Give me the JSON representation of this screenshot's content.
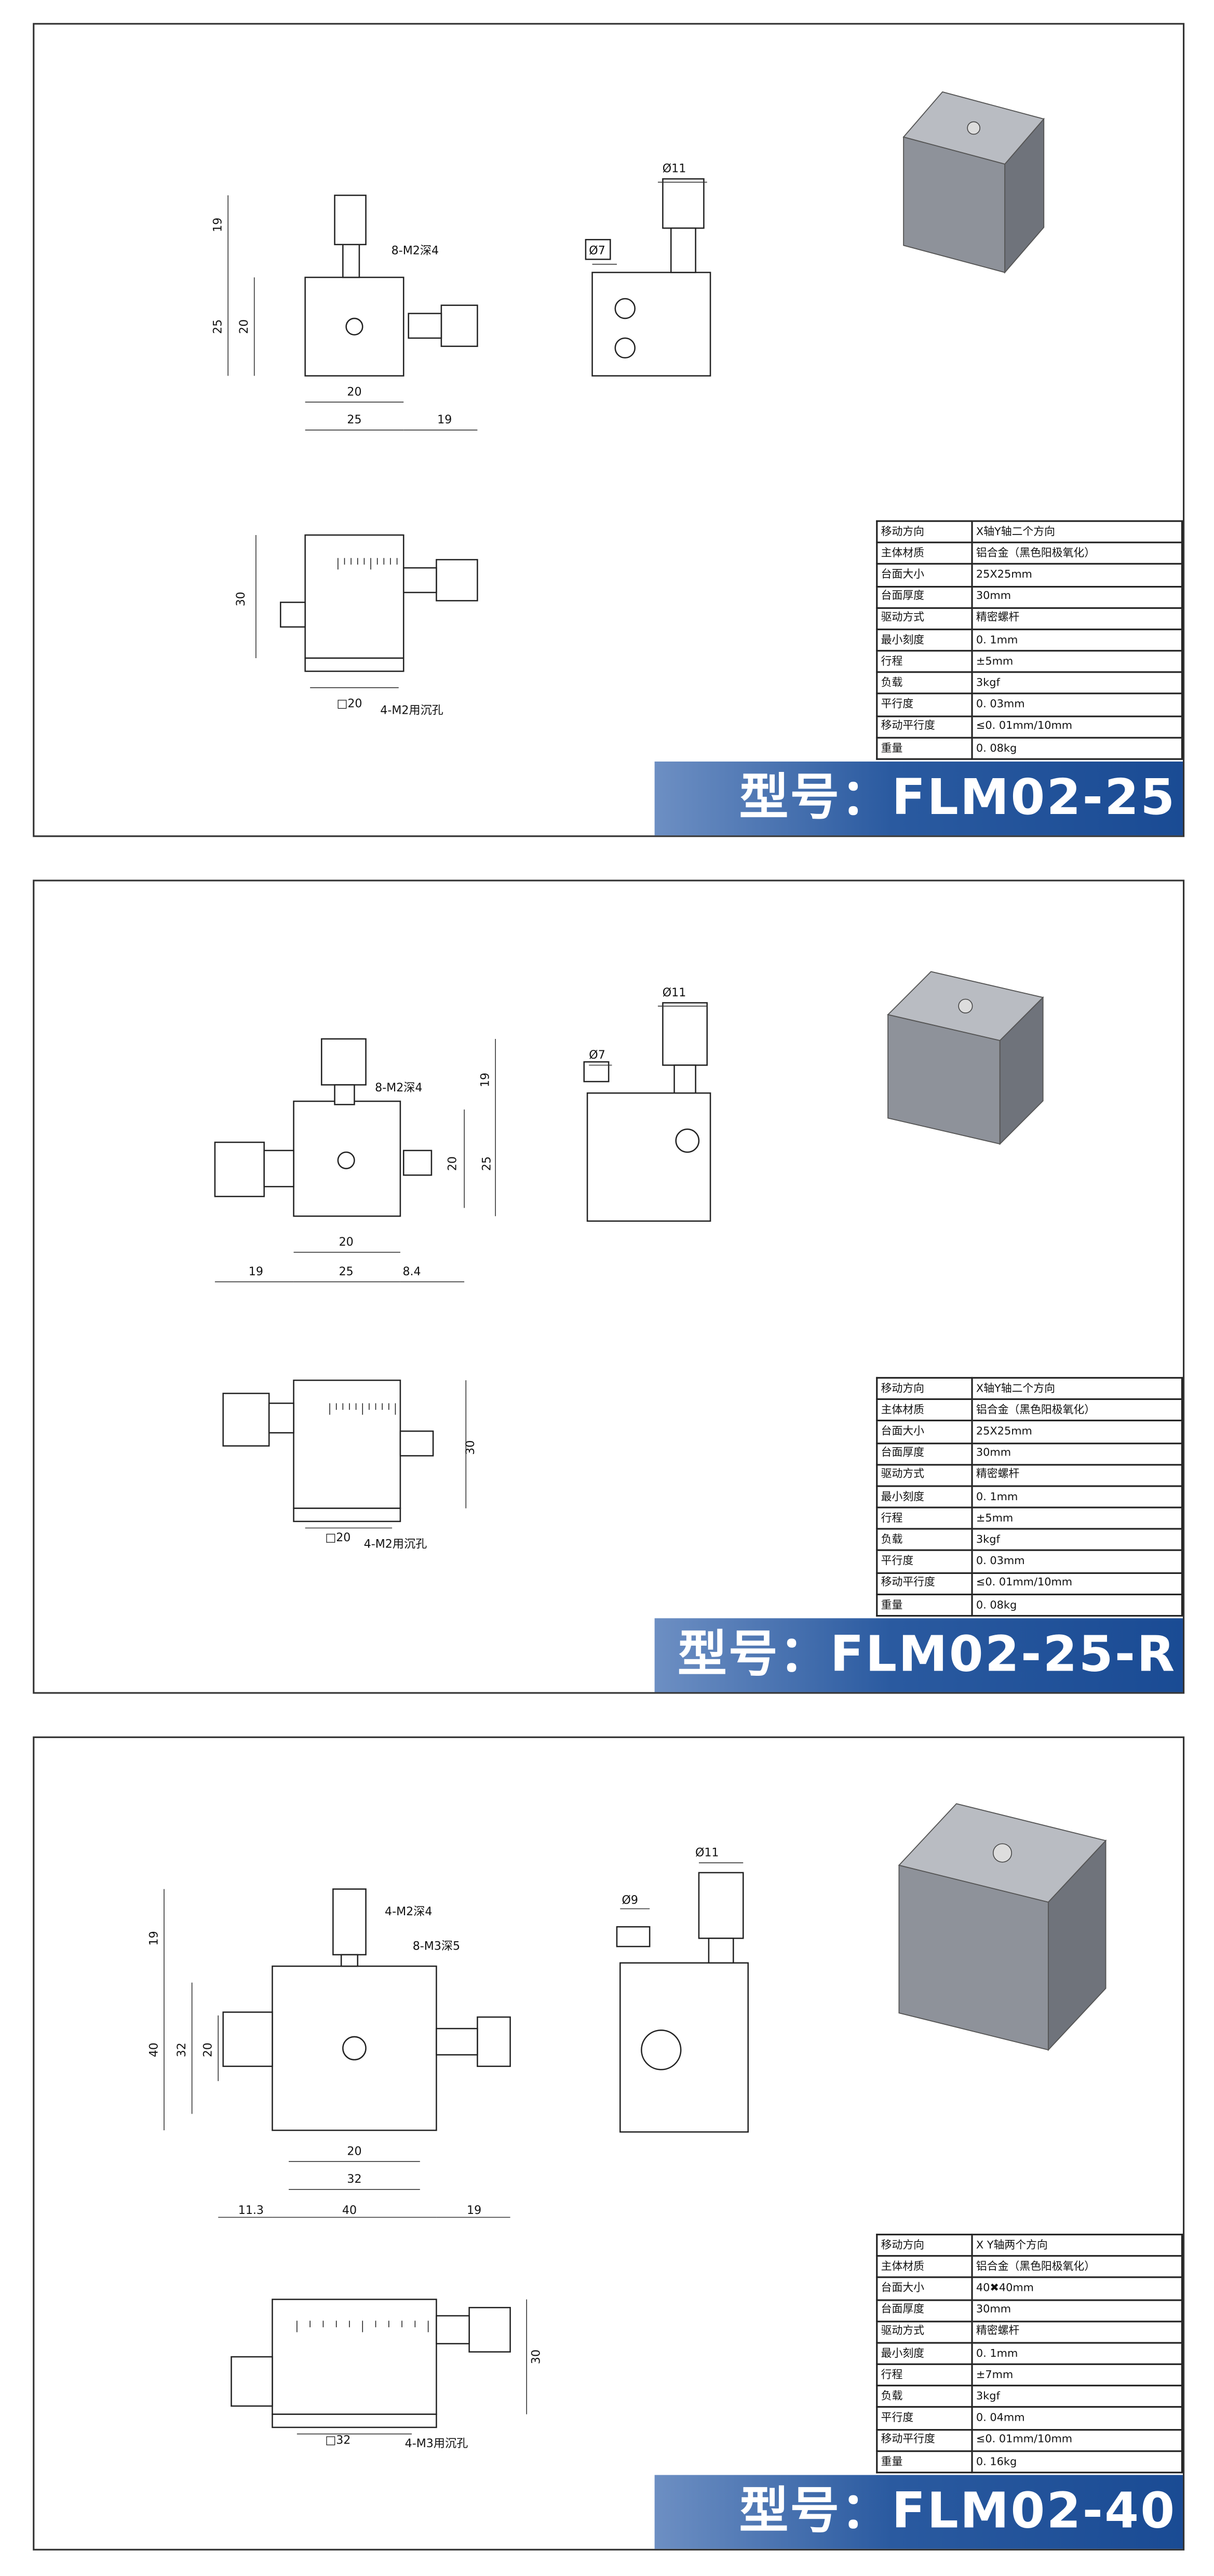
{
  "products": [
    {
      "model_prefix": "型号：",
      "model": "FLM02-25",
      "dims": [
        "19",
        "25",
        "20",
        "20",
        "25",
        "19",
        "8-M2深4",
        "Ø11",
        "Ø7",
        "30",
        "□20",
        "4-M2用沉孔"
      ],
      "specs": [
        {
          "k": "移动方向",
          "v": "X轴Y轴二个方向"
        },
        {
          "k": "主体材质",
          "v": "铝合金（黑色阳极氧化）"
        },
        {
          "k": "台面大小",
          "v": "25X25mm"
        },
        {
          "k": "台面厚度",
          "v": "30mm"
        },
        {
          "k": "驱动方式",
          "v": "精密螺杆"
        },
        {
          "k": "最小刻度",
          "v": "0. 1mm"
        },
        {
          "k": "行程",
          "v": "±5mm"
        },
        {
          "k": "负载",
          "v": "3kgf"
        },
        {
          "k": "平行度",
          "v": "0. 03mm"
        },
        {
          "k": "移动平行度",
          "v": "≤0. 01mm/10mm"
        },
        {
          "k": "重量",
          "v": "0. 08kg"
        }
      ]
    },
    {
      "model_prefix": "型号：",
      "model": "FLM02-25-R",
      "dims": [
        "19",
        "20",
        "25",
        "20",
        "19",
        "25",
        "8.4",
        "8-M2深4",
        "Ø11",
        "Ø7",
        "30",
        "□20",
        "4-M2用沉孔"
      ],
      "specs": [
        {
          "k": "移动方向",
          "v": "X轴Y轴二个方向"
        },
        {
          "k": "主体材质",
          "v": "铝合金（黑色阳极氧化）"
        },
        {
          "k": "台面大小",
          "v": "25X25mm"
        },
        {
          "k": "台面厚度",
          "v": "30mm"
        },
        {
          "k": "驱动方式",
          "v": "精密螺杆"
        },
        {
          "k": "最小刻度",
          "v": "0. 1mm"
        },
        {
          "k": "行程",
          "v": "±5mm"
        },
        {
          "k": "负载",
          "v": "3kgf"
        },
        {
          "k": "平行度",
          "v": "0. 03mm"
        },
        {
          "k": "移动平行度",
          "v": "≤0. 01mm/10mm"
        },
        {
          "k": "重量",
          "v": "0. 08kg"
        }
      ]
    },
    {
      "model_prefix": "型号：",
      "model": "FLM02-40",
      "dims": [
        "19",
        "40",
        "32",
        "20",
        "20",
        "32",
        "11.3",
        "40",
        "19",
        "4-M2深4",
        "8-M3深5",
        "Ø11",
        "Ø9",
        "30",
        "□32",
        "4-M3用沉孔"
      ],
      "specs": [
        {
          "k": "移动方向",
          "v": "X  Y轴两个方向"
        },
        {
          "k": "主体材质",
          "v": "铝合金（黑色阳极氧化）"
        },
        {
          "k": "台面大小",
          "v": "40✖40mm"
        },
        {
          "k": "台面厚度",
          "v": "30mm"
        },
        {
          "k": "驱动方式",
          "v": "精密螺杆"
        },
        {
          "k": "最小刻度",
          "v": "0. 1mm"
        },
        {
          "k": "行程",
          "v": "±7mm"
        },
        {
          "k": "负载",
          "v": "3kgf"
        },
        {
          "k": "平行度",
          "v": "0. 04mm"
        },
        {
          "k": "移动平行度",
          "v": "≤0. 01mm/10mm"
        },
        {
          "k": "重量",
          "v": "0. 16kg"
        }
      ]
    }
  ],
  "colors": {
    "banner_dark": "#1a4b94",
    "banner_light": "#6d8fc3",
    "line": "#222222",
    "product_grey": "#8e929a"
  }
}
